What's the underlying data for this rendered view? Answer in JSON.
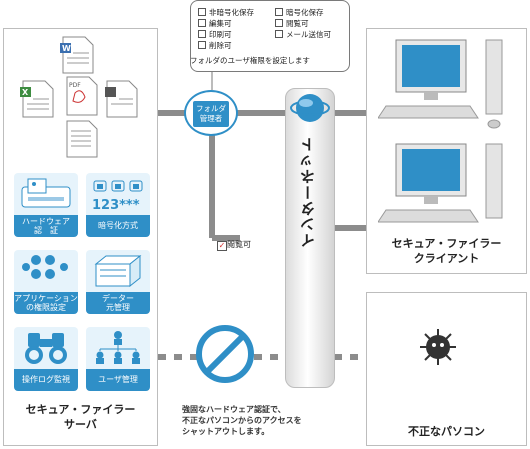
{
  "bubble": {
    "options": [
      "非暗号化保存",
      "暗号化保存",
      "編集可",
      "閲覧可",
      "印刷可",
      "メール送信可",
      "削除可"
    ],
    "note": "フォルダのユーザ権限を設定します"
  },
  "server": {
    "title": "セキュア・ファイラー\nサーバ",
    "features": [
      {
        "label": "ハードウェア\n認　証"
      },
      {
        "label": "暗号化方式"
      },
      {
        "label": "アプリケーション\nの権限設定"
      },
      {
        "label": "データー\n元管理"
      },
      {
        "label": "操作ログ監視"
      },
      {
        "label": "ユーザ管理"
      }
    ],
    "pin_text": "123***"
  },
  "folder_admin": {
    "label": "フォルダ\n管理者"
  },
  "internet": {
    "label": "インターネット"
  },
  "view_badge": {
    "label": "閲覧可"
  },
  "client": {
    "title": "セキュア・ファイラー\nクライアント"
  },
  "blocked_note": "強固なハードウェア認証で、\n不正なパソコンからのアクセスを\nシャットアウトします。",
  "rogue": {
    "title": "不正なパソコン"
  },
  "colors": {
    "accent": "#2f8fc7",
    "line": "#8c8c8c",
    "badge_check": "#d32f2f"
  }
}
